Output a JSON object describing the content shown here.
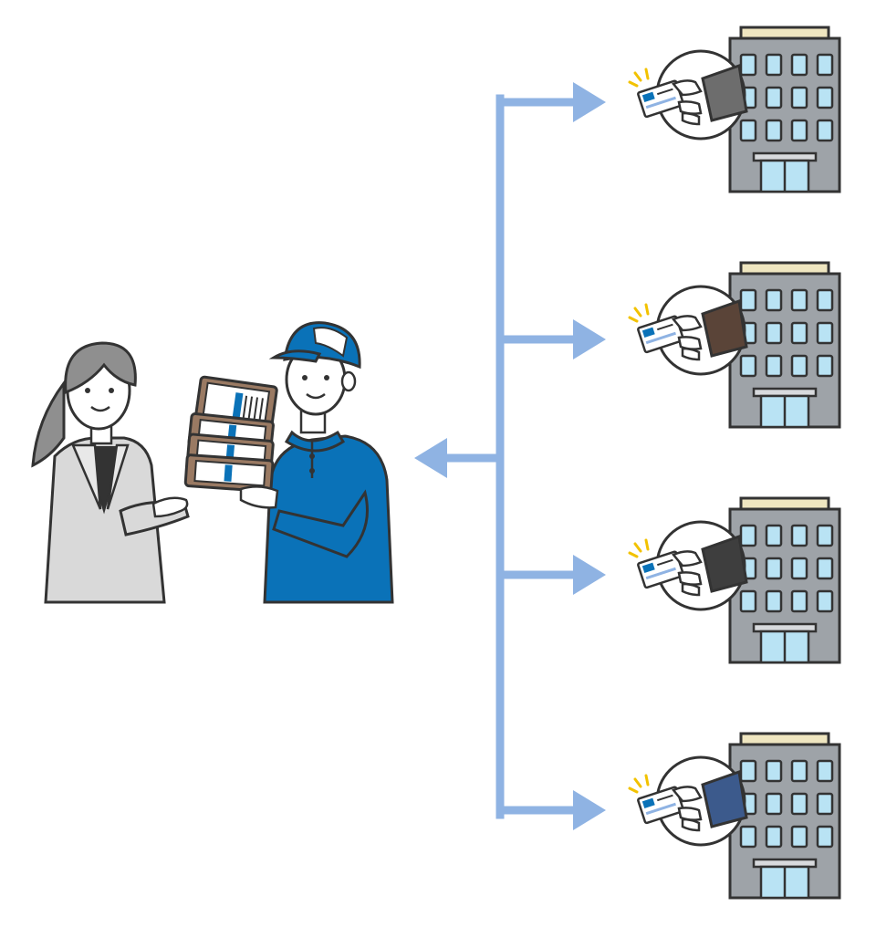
{
  "diagram": {
    "description_items": {
      "left_group": [
        "woman-client",
        "delivery-worker"
      ],
      "right_group": [
        "building-1",
        "building-2",
        "building-3",
        "building-4"
      ]
    },
    "colors": {
      "connector": "#8fb3e3",
      "uniform_blue": "#0a72b8",
      "building_gray": "#9ea3a8",
      "window_blue": "#b9e3f4",
      "outline": "#333333",
      "spark_yellow": "#f2c200",
      "clipboard_brown": "#9a7a63",
      "sleeve_colors": [
        "#6d6d6d",
        "#5a4438",
        "#3e3e3e",
        "#3c5a8c"
      ]
    },
    "icons": [
      "woman-icon",
      "delivery-person-icon",
      "clipboard-stack-icon",
      "building-icon",
      "hand-card-icon",
      "arrow-icon"
    ]
  }
}
